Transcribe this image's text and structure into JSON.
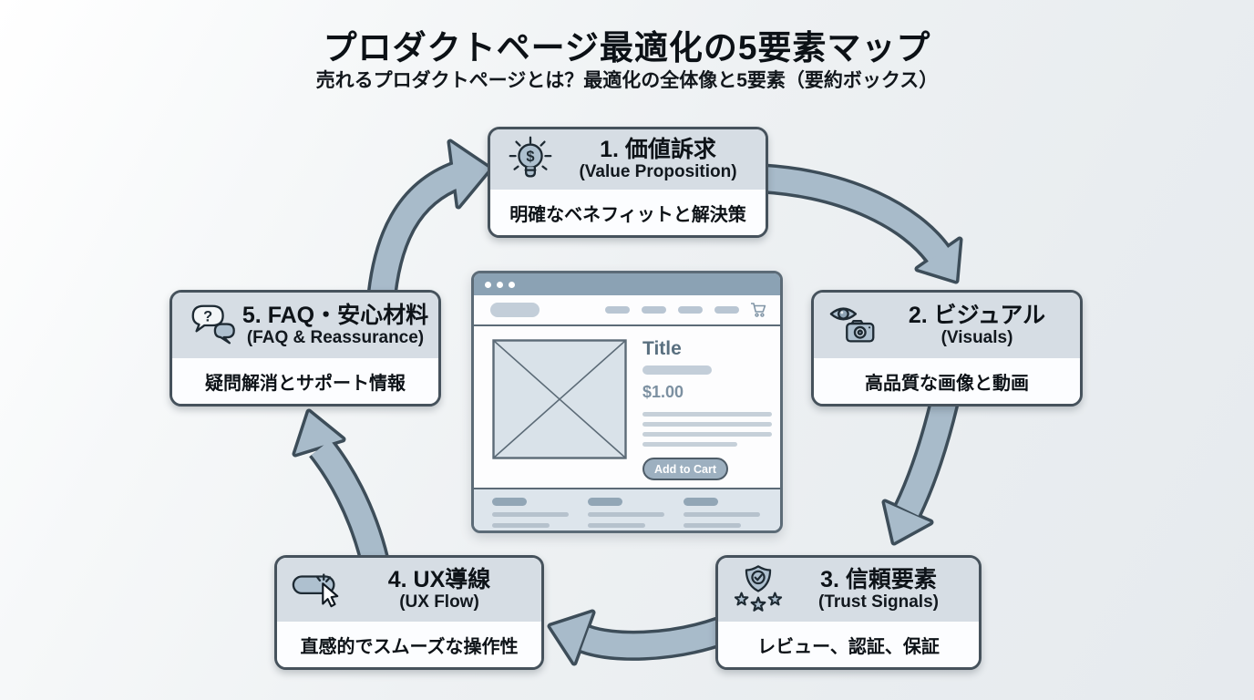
{
  "page": {
    "title": "プロダクトページ最適化の5要素マップ",
    "subtitle": "売れるプロダクトページとは？最適化の全体像と5要素（要約ボックス）"
  },
  "colors": {
    "arrow_fill": "#a8bbca",
    "arrow_outline": "#3d4d59",
    "node_header_bg": "#d6dde4",
    "node_border": "#46525c",
    "browser_titlebar": "#8ba2b4",
    "background": "#edf0f3"
  },
  "nodes": [
    {
      "icon": "lightbulb-dollar-icon",
      "title": "1. 価値訴求",
      "subtitle": "(Value Proposition)",
      "description": "明確なベネフィットと解決策"
    },
    {
      "icon": "eye-camera-icon",
      "title": "2. ビジュアル",
      "subtitle": "(Visuals)",
      "description": "高品質な画像と動画"
    },
    {
      "icon": "shield-stars-icon",
      "title": "3. 信頼要素",
      "subtitle": "(Trust Signals)",
      "description": "レビュー、認証、保証"
    },
    {
      "icon": "button-cursor-icon",
      "title": "4. UX導線",
      "subtitle": "(UX Flow)",
      "description": "直感的でスムーズな操作性"
    },
    {
      "icon": "chat-question-icon",
      "title": "5. FAQ・安心材料",
      "subtitle": "(FAQ & Reassurance)",
      "description": "疑問解消とサポート情報"
    }
  ],
  "browser_mockup": {
    "product_title": "Title",
    "price": "$1.00",
    "add_to_cart_label": "Add to Cart",
    "cart_icon": "shopping-cart-icon"
  },
  "glyphs": {
    "dollar": "$",
    "question": "?"
  }
}
